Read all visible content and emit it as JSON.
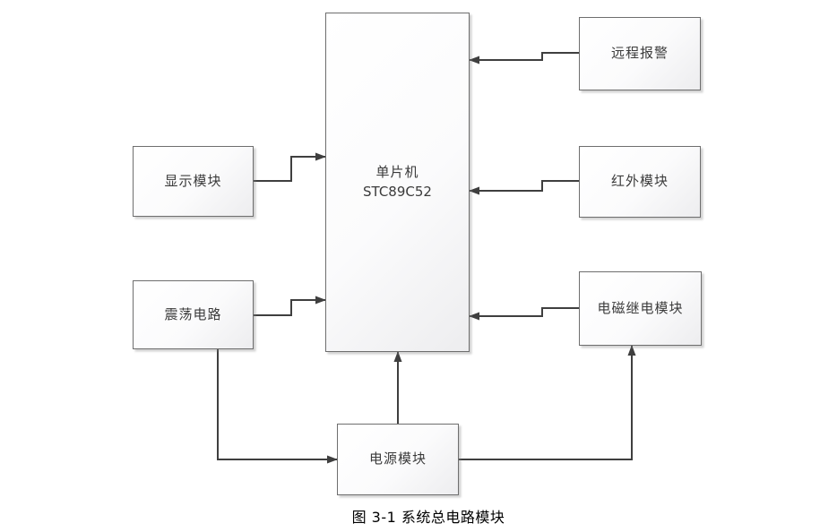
{
  "diagram": {
    "caption": "图 3-1 系统总电路模块",
    "colors": {
      "box_border": "#6e6e6e",
      "box_fill_top": "#ffffff",
      "box_fill_bottom": "#ededef",
      "connector": "#3f3f3f",
      "text": "#3b3b3b",
      "caption_text": "#000000"
    },
    "nodes": [
      {
        "id": "mcu",
        "label": "单片机",
        "sublabel": "STC89C52"
      },
      {
        "id": "remote",
        "label": "远程报警"
      },
      {
        "id": "infrared",
        "label": "红外模块"
      },
      {
        "id": "relay",
        "label": "电磁继电模块"
      },
      {
        "id": "display",
        "label": "显示模块"
      },
      {
        "id": "oscillator",
        "label": "震荡电路"
      },
      {
        "id": "power",
        "label": "电源模块"
      }
    ],
    "edges": [
      {
        "from": "display",
        "to": "mcu",
        "direction": "right"
      },
      {
        "from": "oscillator",
        "to": "mcu",
        "direction": "right"
      },
      {
        "from": "remote",
        "to": "mcu",
        "direction": "left"
      },
      {
        "from": "infrared",
        "to": "mcu",
        "direction": "left"
      },
      {
        "from": "relay",
        "to": "mcu",
        "direction": "left"
      },
      {
        "from": "oscillator",
        "to": "power",
        "direction": "right"
      },
      {
        "from": "power",
        "to": "mcu",
        "direction": "up"
      },
      {
        "from": "power",
        "to": "relay",
        "direction": "up"
      }
    ]
  }
}
